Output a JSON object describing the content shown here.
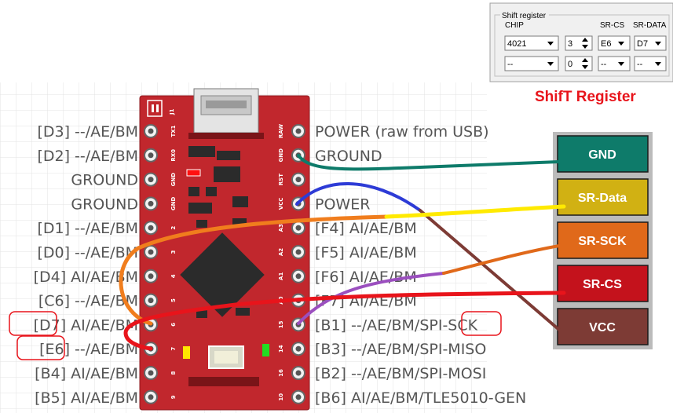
{
  "panel": {
    "group_title": "Shift register",
    "headers": {
      "chip": "CHIP",
      "cs": "SR-CS",
      "data": "SR-DATA"
    },
    "rows": [
      {
        "chip": "4021",
        "count": "3",
        "cs": "E6",
        "data": "D7"
      },
      {
        "chip": "--",
        "count": "0",
        "cs": "--",
        "data": "--"
      }
    ]
  },
  "heading": "ShifT Register",
  "left_pins": [
    {
      "label": "[D3] --/AE/BM",
      "silk": "TX1"
    },
    {
      "label": "[D2] --/AE/BM",
      "silk": "RX0"
    },
    {
      "label": "GROUND",
      "silk": "GND"
    },
    {
      "label": "GROUND",
      "silk": "GND"
    },
    {
      "label": "[D1] --/AE/BM",
      "silk": "2"
    },
    {
      "label": "[D0] --/AE/BM",
      "silk": "3"
    },
    {
      "label": "[D4] AI/AE/BM",
      "silk": "4"
    },
    {
      "label": "[C6] --/AE/BM",
      "silk": "5"
    },
    {
      "label": "[D7] AI/AE/BM",
      "silk": "6"
    },
    {
      "label": "[E6] --/AE/BM",
      "silk": "7"
    },
    {
      "label": "[B4] AI/AE/BM",
      "silk": "8"
    },
    {
      "label": "[B5] AI/AE/BM",
      "silk": "9"
    }
  ],
  "right_pins": [
    {
      "label": "POWER (raw from USB)",
      "silk": "RAW"
    },
    {
      "label": "GROUND",
      "silk": "GND"
    },
    {
      "label": "",
      "silk": "RST"
    },
    {
      "label": "POWER",
      "silk": "VCC"
    },
    {
      "label": "[F4] AI/AE/BM",
      "silk": "A3"
    },
    {
      "label": "[F5] AI/AE/BM",
      "silk": "A2"
    },
    {
      "label": "[F6] AI/AE/BM",
      "silk": "A1"
    },
    {
      "label": "[F7] AI/AE/BM",
      "silk": "A0"
    },
    {
      "label": "[B1] --/AE/BM/SPI-SCK",
      "silk": "15"
    },
    {
      "label": "[B3] --/AE/BM/SPI-MISO",
      "silk": "14"
    },
    {
      "label": "[B2] --/AE/BM/SPI-MOSI",
      "silk": "16"
    },
    {
      "label": "[B6] AI/AE/BM/TLE5010-GEN",
      "silk": "10"
    }
  ],
  "board_silk": {
    "j1": "J1"
  },
  "module": [
    {
      "label": "GND",
      "color": "#0e7b6a"
    },
    {
      "label": "SR-Data",
      "color": "#d1b113"
    },
    {
      "label": "SR-SCK",
      "color": "#e0691a"
    },
    {
      "label": "SR-CS",
      "color": "#c4121c"
    },
    {
      "label": "VCC",
      "color": "#7d3b35"
    }
  ],
  "colors": {
    "board": "#c1272d",
    "wire_gnd": "#0e7b6a",
    "wire_vcc_blue": "#2d3bd6",
    "wire_vcc_brown": "#7d3b35",
    "wire_data": "#ffea00",
    "wire_sck_orange": "#f07d1d",
    "wire_sck_purple": "#9b4fbf",
    "wire_cs": "#e8141b",
    "highlight": "#e8141b"
  }
}
